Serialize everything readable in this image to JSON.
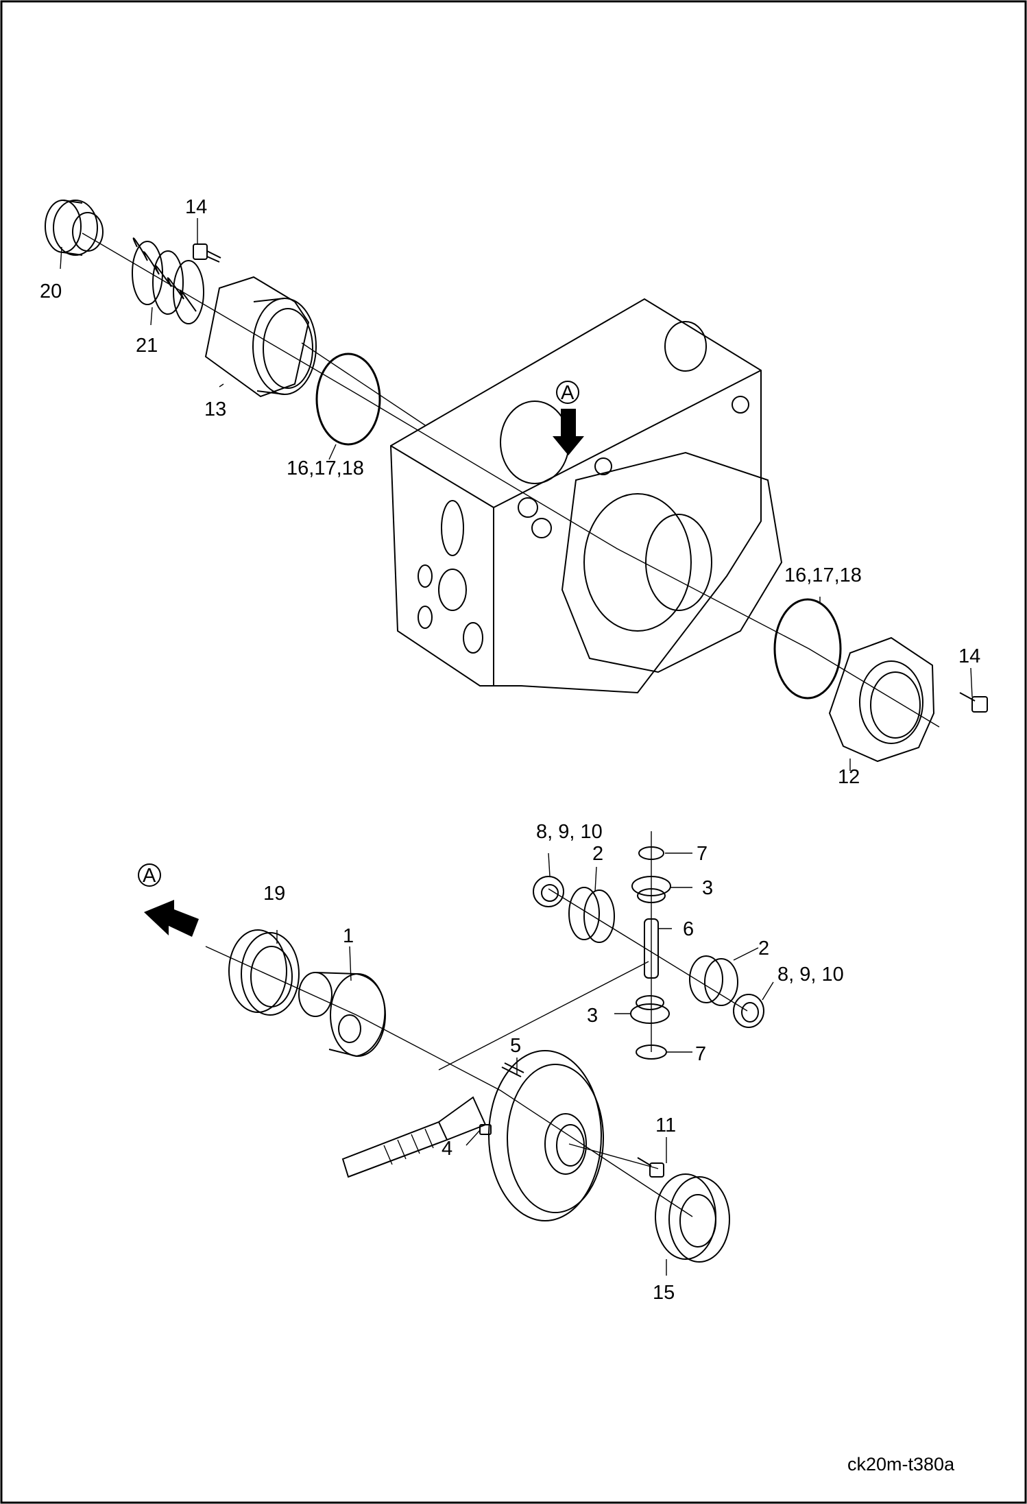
{
  "drawing_code": "ck20m-t380a",
  "view_marker": "A",
  "callouts": [
    {
      "id": "c14a",
      "label": "14"
    },
    {
      "id": "c20",
      "label": "20"
    },
    {
      "id": "c21",
      "label": "21"
    },
    {
      "id": "c13",
      "label": "13"
    },
    {
      "id": "c161718a",
      "label": "16,17,18"
    },
    {
      "id": "c161718b",
      "label": "16,17,18"
    },
    {
      "id": "c14b",
      "label": "14"
    },
    {
      "id": "c12",
      "label": "12"
    },
    {
      "id": "c8910a",
      "label": "8, 9, 10"
    },
    {
      "id": "c2a",
      "label": "2"
    },
    {
      "id": "c7a",
      "label": "7"
    },
    {
      "id": "c3a",
      "label": "3"
    },
    {
      "id": "c6",
      "label": "6"
    },
    {
      "id": "c2b",
      "label": "2"
    },
    {
      "id": "c8910b",
      "label": "8, 9, 10"
    },
    {
      "id": "c3b",
      "label": "3"
    },
    {
      "id": "c7b",
      "label": "7"
    },
    {
      "id": "c19",
      "label": "19"
    },
    {
      "id": "c1",
      "label": "1"
    },
    {
      "id": "c5",
      "label": "5"
    },
    {
      "id": "c4",
      "label": "4"
    },
    {
      "id": "c11",
      "label": "11"
    },
    {
      "id": "c15",
      "label": "15"
    }
  ]
}
